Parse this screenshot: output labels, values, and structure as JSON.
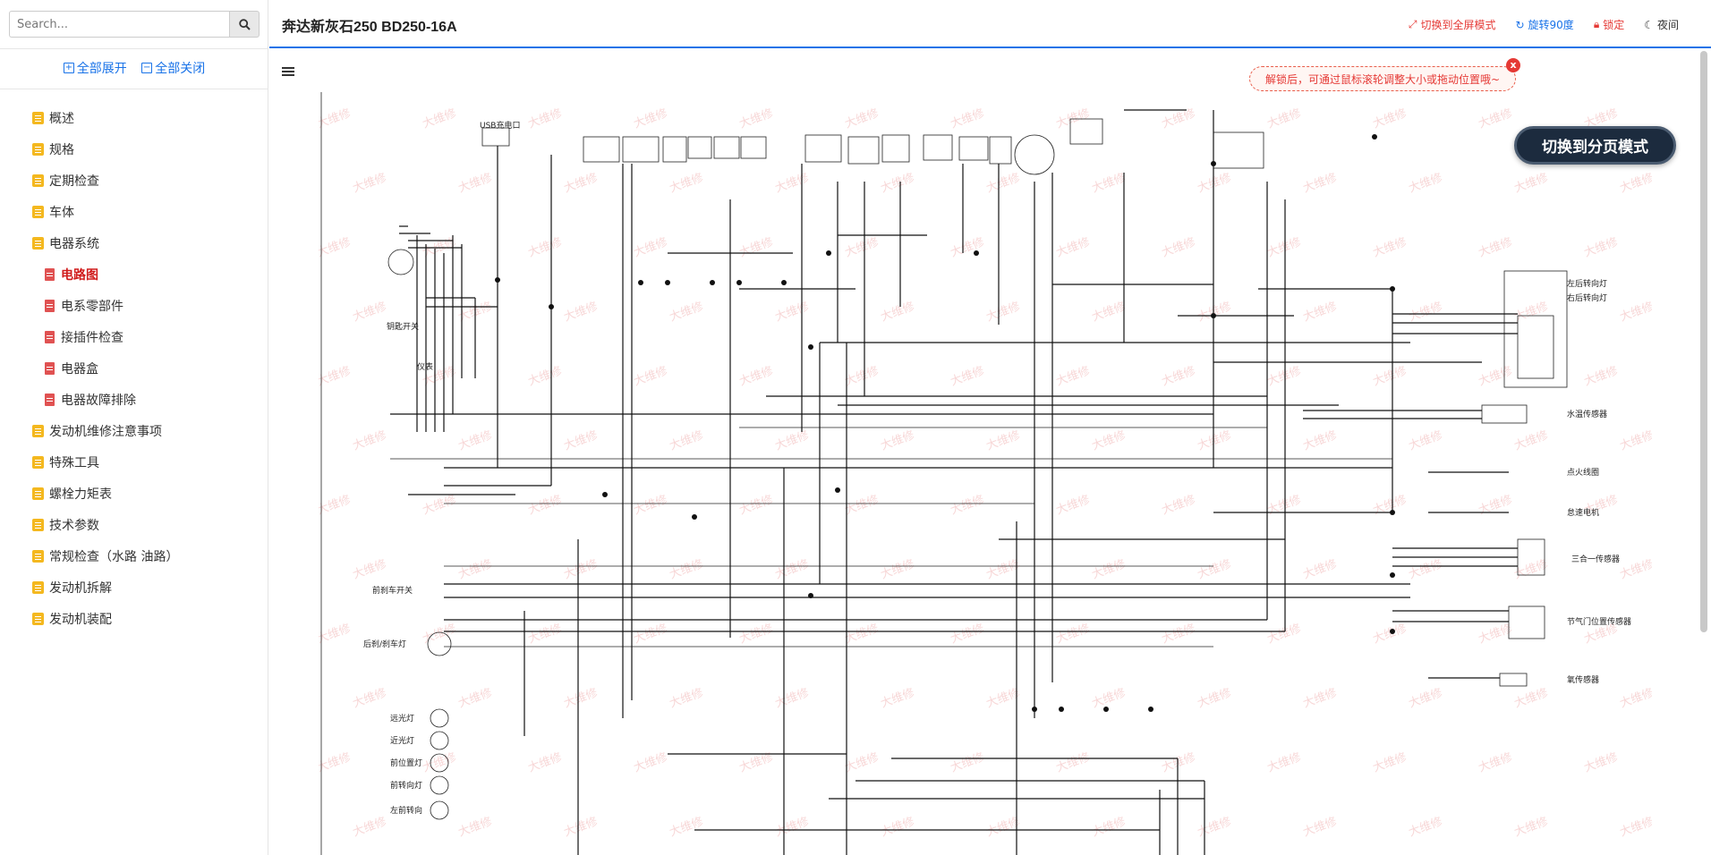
{
  "sidebar": {
    "search_placeholder": "Search...",
    "expand_all": "全部展开",
    "collapse_all": "全部关闭",
    "items": [
      {
        "label": "概述"
      },
      {
        "label": "规格"
      },
      {
        "label": "定期检查"
      },
      {
        "label": "车体"
      },
      {
        "label": "电器系统"
      },
      {
        "label": "电路图"
      },
      {
        "label": "电系零部件"
      },
      {
        "label": "接插件检查"
      },
      {
        "label": "电器盒"
      },
      {
        "label": "电器故障排除"
      },
      {
        "label": "发动机维修注意事项"
      },
      {
        "label": "特殊工具"
      },
      {
        "label": "螺栓力矩表"
      },
      {
        "label": "技术参数"
      },
      {
        "label": "常规检查（水路 油路）"
      },
      {
        "label": "发动机拆解"
      },
      {
        "label": "发动机装配"
      }
    ]
  },
  "header": {
    "title": "奔达新灰石250 BD250-16A",
    "fullscreen": "切换到全屏模式",
    "rotate": "旋转90度",
    "lock": "锁定",
    "night": "夜间"
  },
  "tooltip": {
    "text": "解锁后，可通过鼠标滚轮调整大小或拖动位置哦~",
    "close": "x"
  },
  "pager_button": "切换到分页模式",
  "diagram": {
    "watermark": "大维修",
    "labels": {
      "l1": "USB充电口",
      "l2": "钥匙开关",
      "l3": "仪表",
      "l4": "前刹车开关",
      "l5": "后刹/刹车灯",
      "l6": "远光灯",
      "l7": "近光灯",
      "l8": "前位置灯",
      "l9": "前转向灯",
      "l10": "左前转向",
      "r1": "左后转向灯",
      "r2": "右后转向灯",
      "r3": "水温传感器",
      "r4": "点火线圈",
      "r5": "怠速电机",
      "r6": "三合一传感器",
      "r7": "节气门位置传感器",
      "r8": "氧传感器"
    },
    "colors": {
      "accent": "#1a73e8",
      "active": "#d01c1c",
      "danger": "#e53935",
      "pager_bg": "#1c2b3e"
    }
  }
}
